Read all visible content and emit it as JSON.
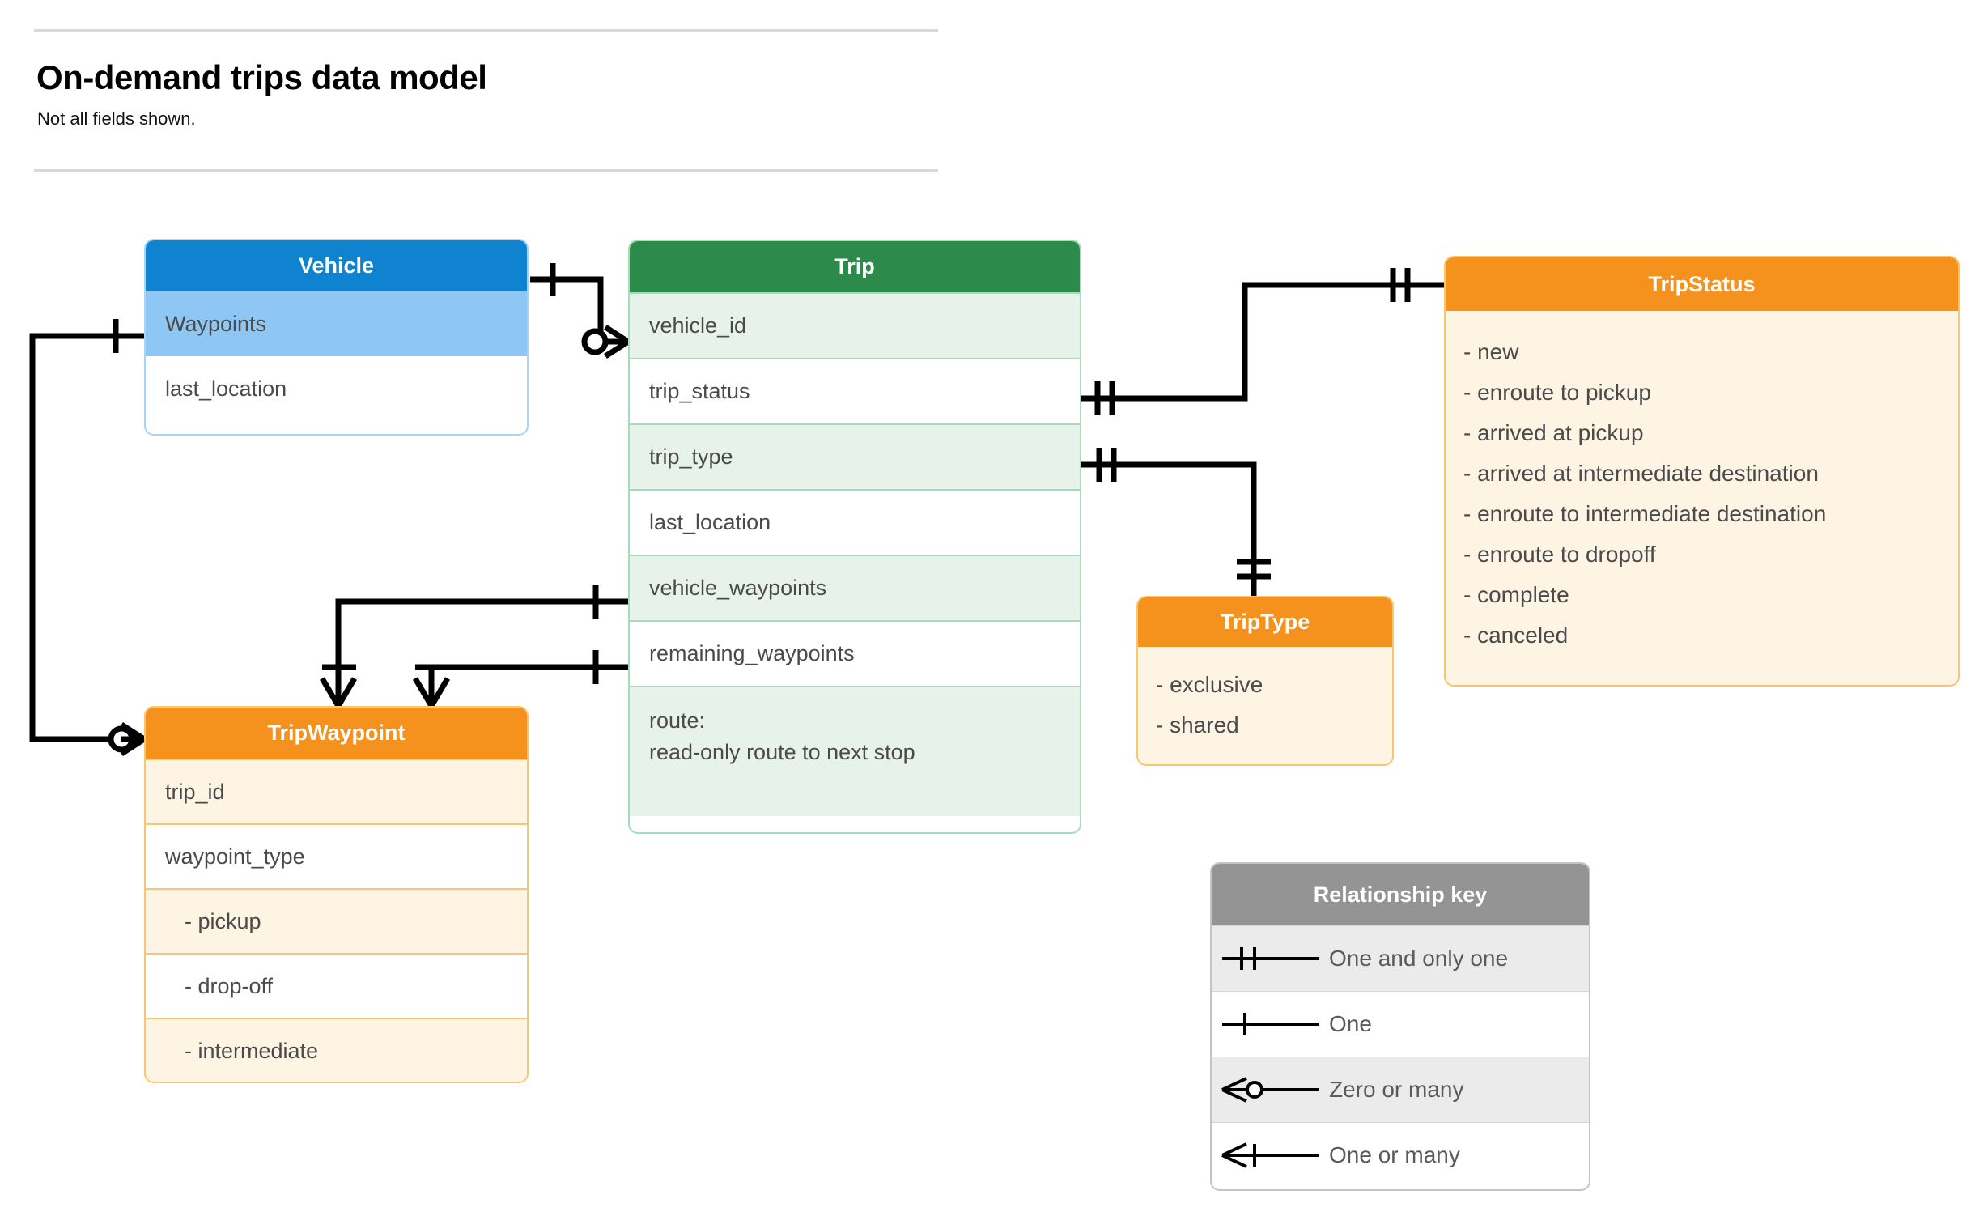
{
  "header": {
    "title": "On-demand trips data model",
    "subtitle": "Not all fields shown."
  },
  "colors": {
    "vehicle_header": "#0f82d0",
    "vehicle_key_row": "#8ec6f4",
    "trip_header": "#2c8a4b",
    "trip_row": "#e7f3ea",
    "orange_header": "#f5921e",
    "orange_body": "#fdf4e3",
    "legend_header": "#949494",
    "legend_row": "#ebebeb",
    "line": "#000000",
    "text": "#4a4a4a"
  },
  "entities": {
    "vehicle": {
      "title": "Vehicle",
      "fields": [
        "Waypoints",
        "last_location"
      ]
    },
    "trip": {
      "title": "Trip",
      "fields": [
        "vehicle_id",
        "trip_status",
        "trip_type",
        "last_location",
        "vehicle_waypoints",
        "remaining_waypoints"
      ],
      "route_label": "route:",
      "route_desc": "read-only route to next stop"
    },
    "trip_status": {
      "title": "TripStatus",
      "values": [
        "- new",
        "- enroute to pickup",
        "- arrived at pickup",
        "- arrived at intermediate destination",
        "- enroute to intermediate destination",
        "- enroute to dropoff",
        "- complete",
        "- canceled"
      ]
    },
    "trip_type": {
      "title": "TripType",
      "values": [
        "- exclusive",
        "- shared"
      ]
    },
    "trip_waypoint": {
      "title": "TripWaypoint",
      "fields": [
        "trip_id",
        "waypoint_type"
      ],
      "values": [
        "-  pickup",
        "-  drop-off",
        "-  intermediate"
      ]
    }
  },
  "legend": {
    "title": "Relationship key",
    "rows": [
      {
        "symbol": "one-and-only-one-icon",
        "label": "One and only one"
      },
      {
        "symbol": "one-icon",
        "label": "One"
      },
      {
        "symbol": "zero-or-many-icon",
        "label": "Zero or many"
      },
      {
        "symbol": "one-or-many-icon",
        "label": "One or many"
      }
    ]
  },
  "relationships": [
    {
      "from": "Vehicle",
      "to": "Trip.vehicle_id",
      "from_card": "one",
      "to_card": "zero-or-many"
    },
    {
      "from": "Vehicle.Waypoints",
      "to": "TripWaypoint",
      "from_card": "one",
      "to_card": "zero-or-many"
    },
    {
      "from": "Trip.trip_status",
      "to": "TripStatus",
      "from_card": "one-and-only-one",
      "to_card": "one-and-only-one"
    },
    {
      "from": "Trip.trip_type",
      "to": "TripType",
      "from_card": "one-and-only-one",
      "to_card": "one-and-only-one"
    },
    {
      "from": "Trip.vehicle_waypoints",
      "to": "TripWaypoint",
      "from_card": "one",
      "to_card": "one-or-many"
    },
    {
      "from": "Trip.remaining_waypoints",
      "to": "TripWaypoint",
      "from_card": "one",
      "to_card": "one-or-many"
    }
  ]
}
